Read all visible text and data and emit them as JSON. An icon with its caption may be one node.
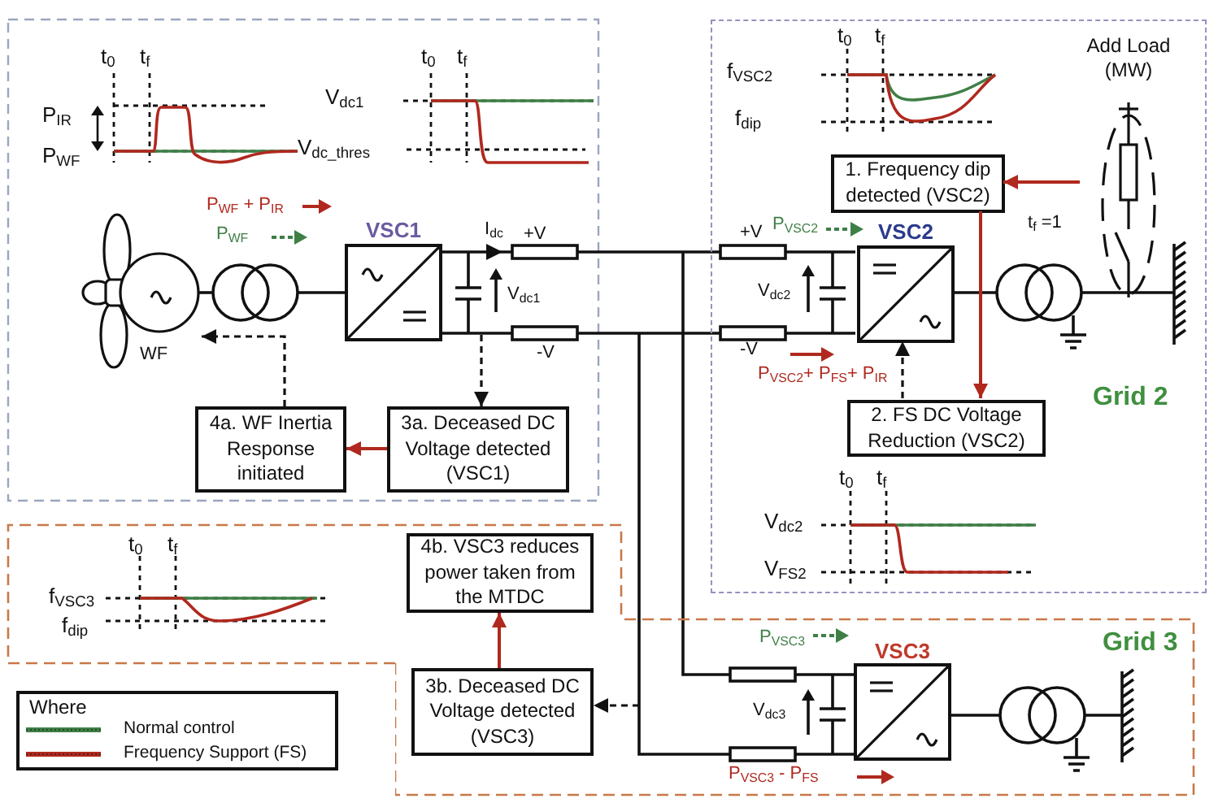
{
  "diagram": {
    "nodes": [
      {
        "text": [
          "Grid 2"
        ]
      },
      {
        "text": [
          "Add Load (MW)"
        ],
        "in": 0
      },
      {
        "text": [
          "1. Frequency dip detected (VSC2)"
        ],
        "in": 0
      },
      {
        "text": [
          "VSC2"
        ],
        "in": 0
      },
      {
        "text": [
          "2. FS DC Voltage Reduction (VSC2)"
        ],
        "in": 0
      },
      {
        "text": [
          "WF"
        ]
      },
      {
        "text": [
          "VSC1"
        ]
      },
      {
        "text": [
          "4a. WF Inertia Response initiated"
        ]
      },
      {
        "text": [
          "3a. Deceased DC Voltage detected (VSC1)"
        ]
      },
      {
        "text": [
          "4b. VSC3 reduces power taken from the MTDC"
        ]
      },
      {
        "text": [
          "Grid 3"
        ]
      },
      {
        "text": [
          "3b. Deceased DC Voltage detected (VSC3)"
        ],
        "in": 10
      },
      {
        "text": [
          "VSC3"
        ],
        "in": 10
      }
    ],
    "edges": [
      {
        "from": 1,
        "to": 2,
        "arrow": "to",
        "color": "#b0281e"
      },
      {
        "from": 2,
        "to": 4,
        "arrow": "to",
        "color": "#b0281e"
      },
      {
        "from": 4,
        "to": 3,
        "arrow": "to",
        "style": "dashed",
        "color": "#111111"
      },
      {
        "from": null,
        "to": 8,
        "arrow": "to",
        "style": "dashed",
        "color": "#111111"
      },
      {
        "from": 8,
        "to": 7,
        "arrow": "to",
        "color": "#b0281e"
      },
      {
        "from": 7,
        "to": 5,
        "arrow": "to",
        "style": "dashed",
        "color": "#111111"
      },
      {
        "from": null,
        "to": 11,
        "arrow": "to",
        "style": "dashed",
        "color": "#111111"
      },
      {
        "from": 11,
        "to": 9,
        "arrow": "to",
        "color": "#b0281e"
      }
    ],
    "labels": [
      "t$_{0}$",
      "t$_{f}$",
      "P$_{IR}$",
      "P$_{WF}$",
      "t$_{0}$",
      "t$_{f}$",
      "V$_{dc1}$",
      "V$_{dc_thres}$",
      "t$_{0}$",
      "t$_{f}$",
      "f$_{VSC2}$",
      "f$_{dip}$",
      "P$_{WF}$ + P$_{IR}$",
      "P$_{WF}$",
      "I$_{dc}$",
      "+V",
      "V$_{dc1}$",
      "-V",
      "+V",
      "P$_{VSC2}$",
      "t$_{f}$ =1",
      "V$_{dc2}$",
      "-V",
      "P$_{VSC2}$+ P$_{FS}$+ P$_{IR}$",
      "t$_{0}$",
      "t$_{f}$",
      "V$_{dc2}$",
      "V$_{FS2}$",
      "t$_{0}$",
      "t$_{f}$",
      "f$_{VSC3}$",
      "f$_{dip}$",
      "Where",
      "P$_{VSC3}$",
      "V$_{dc3}$",
      "P$_{VSC3}$ - P$_{FS}$"
    ],
    "legend": [
      {
        "text": "Normal control"
      },
      {
        "text": "Frequency Support (FS)"
      }
    ]
  }
}
